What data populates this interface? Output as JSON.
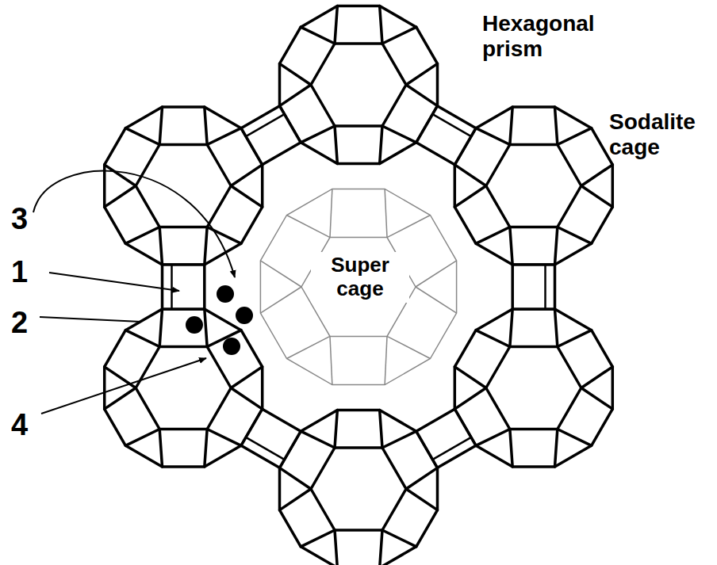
{
  "diagram": {
    "labels": [
      "Hexagonal prism",
      "Sodalite cage",
      "Super cage",
      "3",
      "1",
      "2",
      "4"
    ]
  }
}
